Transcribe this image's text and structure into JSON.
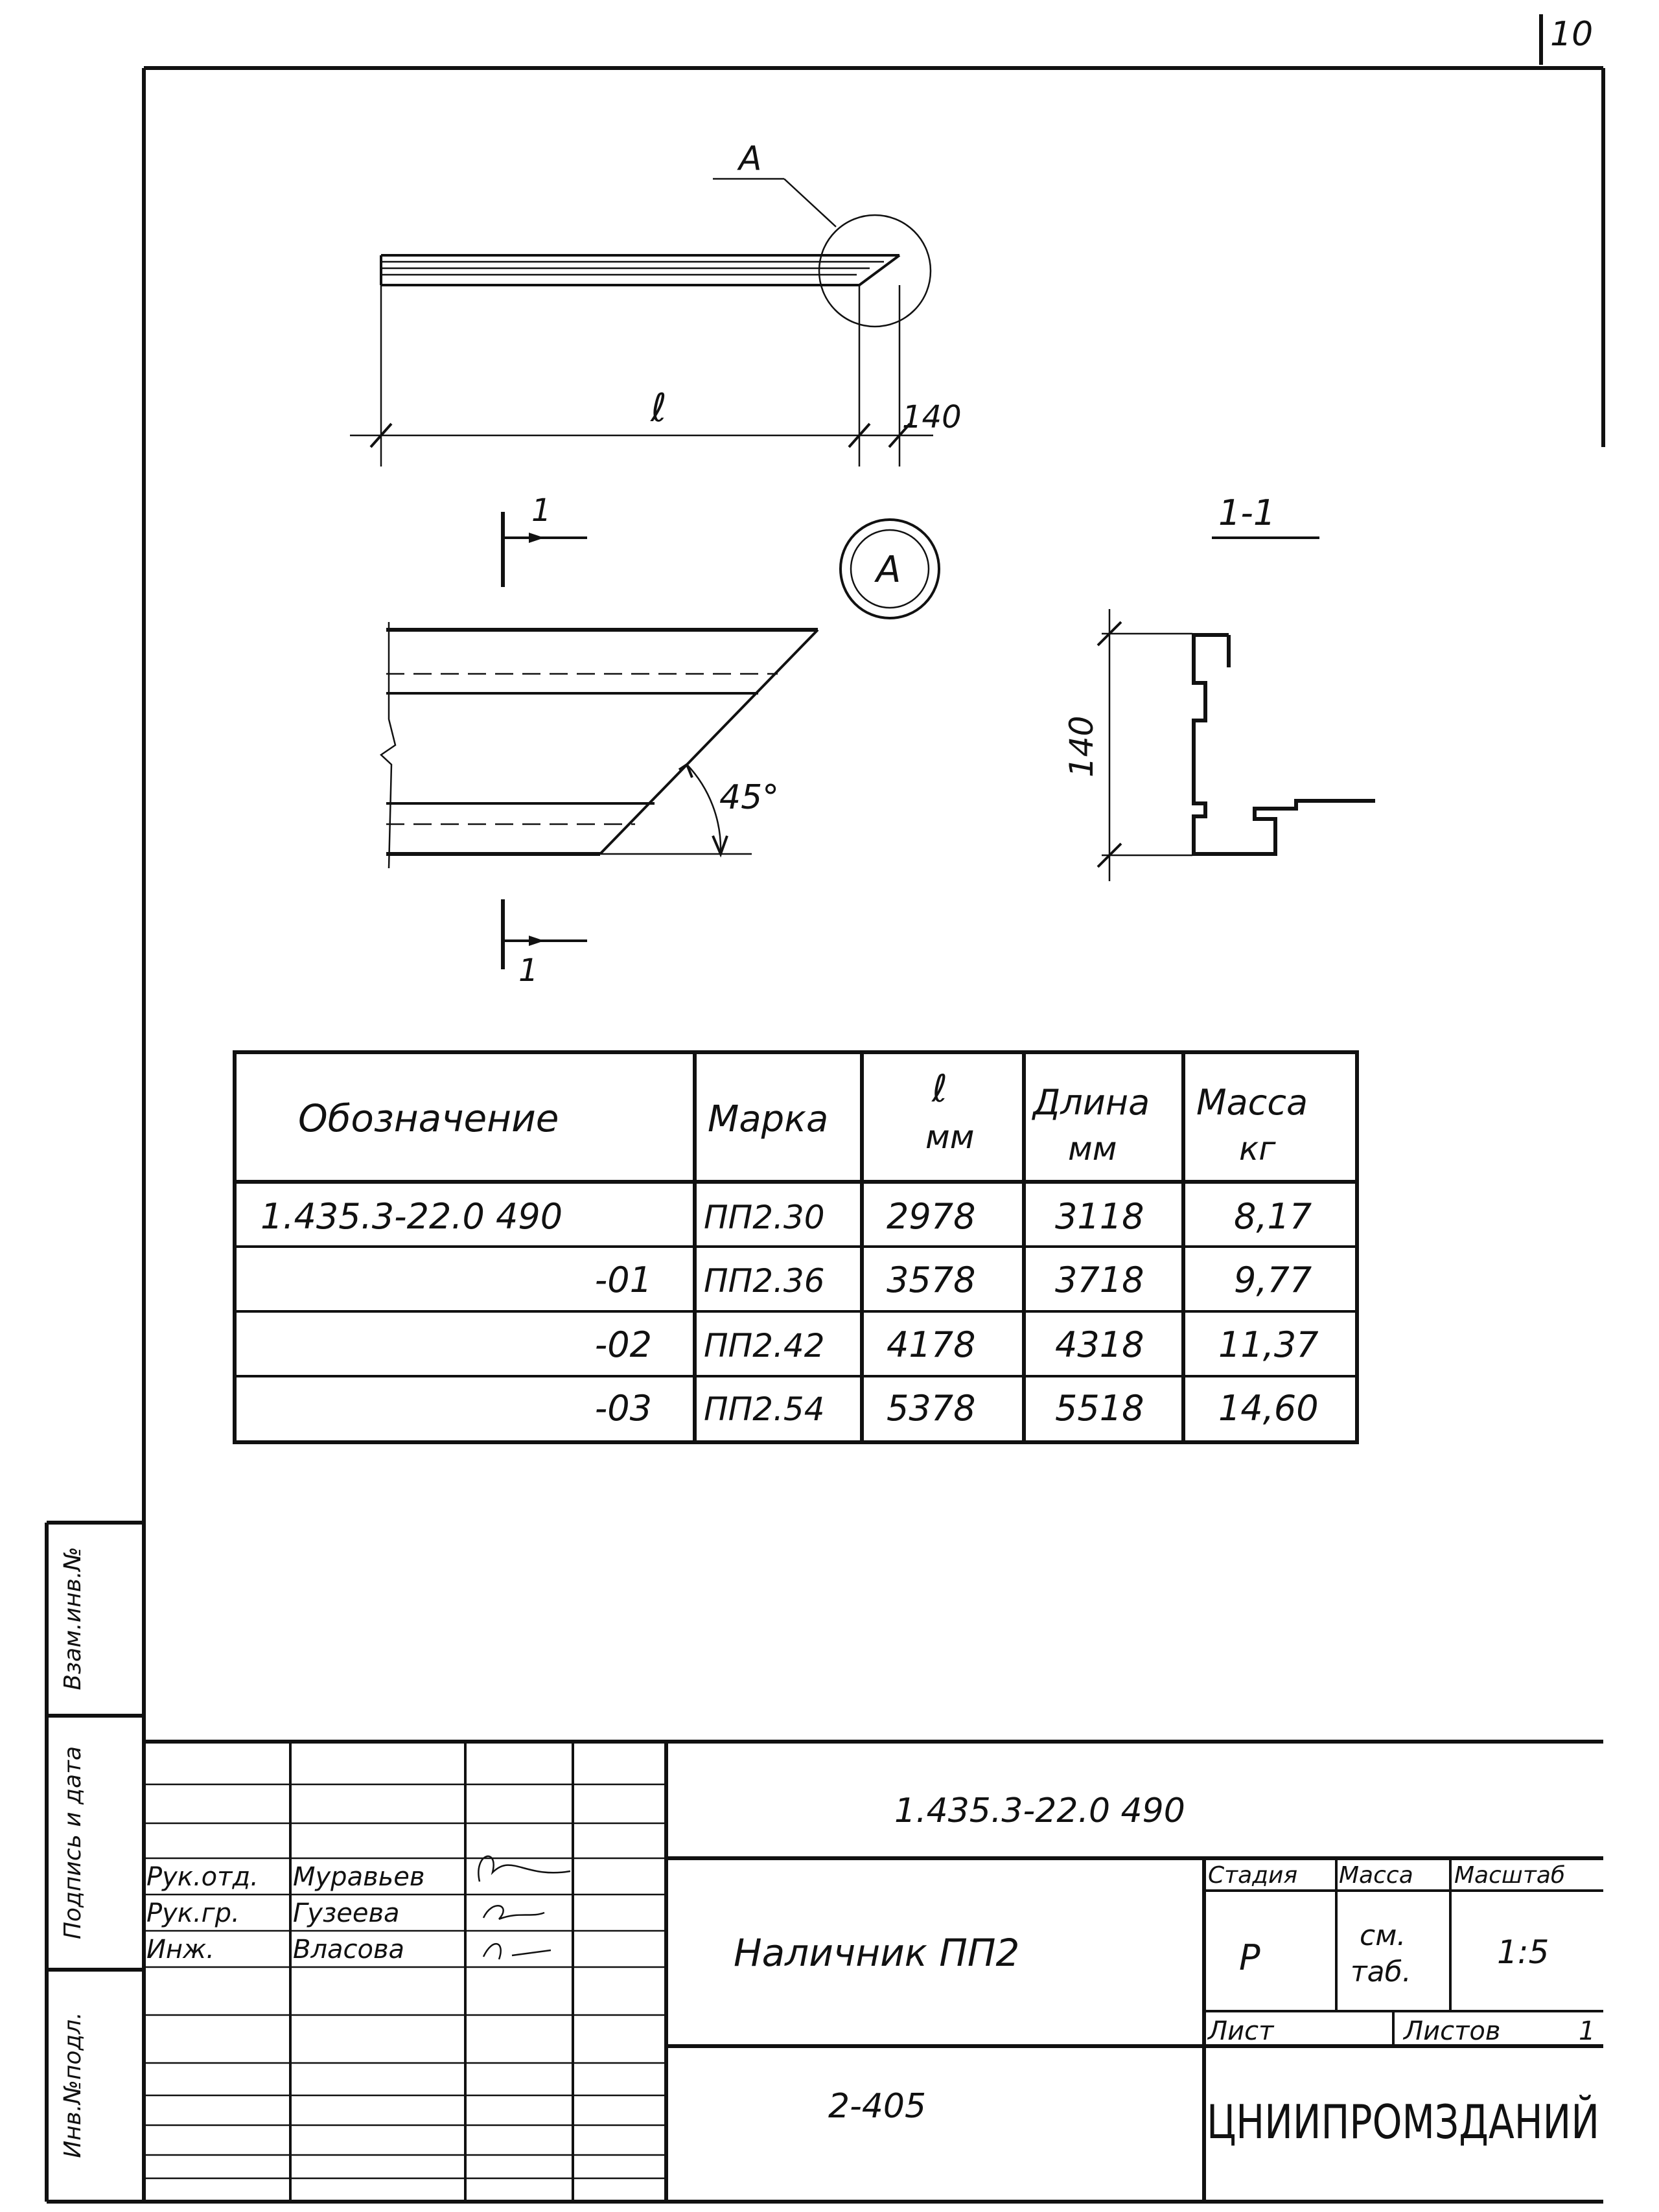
{
  "page_number": "10",
  "drawing": {
    "callout_a_label": "А",
    "detail_a_label": "А",
    "dim_length_label": "ℓ",
    "dim_140_top": "140",
    "dim_140_section": "140",
    "section_mark_top": "1",
    "section_mark_bottom": "1",
    "angle_label": "45°",
    "section_title": "1-1"
  },
  "spec_table": {
    "headers": {
      "designation": "Обозначение",
      "mark": "Марка",
      "l_mm_line1": "ℓ",
      "l_mm_line2": "мм",
      "length_line1": "Длина",
      "length_line2": "мм",
      "mass_line1": "Масса",
      "mass_line2": "кг"
    },
    "rows": [
      {
        "designation": "1.435.3-22.0 490",
        "mark": "ПП2.30",
        "l": "2978",
        "length": "3118",
        "mass": "8,17"
      },
      {
        "designation": "-01",
        "mark": "ПП2.36",
        "l": "3578",
        "length": "3718",
        "mass": "9,77"
      },
      {
        "designation": "-02",
        "mark": "ПП2.42",
        "l": "4178",
        "length": "4318",
        "mass": "11,37"
      },
      {
        "designation": "-03",
        "mark": "ПП2.54",
        "l": "5378",
        "length": "5518",
        "mass": "14,60"
      }
    ]
  },
  "side_stamp": {
    "cell_1": "Инв.№подл.",
    "cell_2": "Подпись и дата",
    "cell_3": "Взам.инв.№"
  },
  "title_block": {
    "document_code": "1.435.3-22.0 490",
    "name": "Наличник ПП2",
    "sheet_series": "2-405",
    "roles": [
      "Рук.отд.",
      "Рук.гр.",
      "Инж."
    ],
    "people": [
      "Муравьев",
      "Гузеева",
      "Власова"
    ],
    "stage_header": "Стадия",
    "mass_header": "Масса",
    "scale_header": "Масштаб",
    "stage_value": "Р",
    "mass_value_line1": "см.",
    "mass_value_line2": "таб.",
    "scale_value": "1:5",
    "sheet_label": "Лист",
    "sheets_label": "Листов",
    "sheets_value": "1",
    "organization": "ЦНИИПРОМЗДАНИЙ"
  }
}
